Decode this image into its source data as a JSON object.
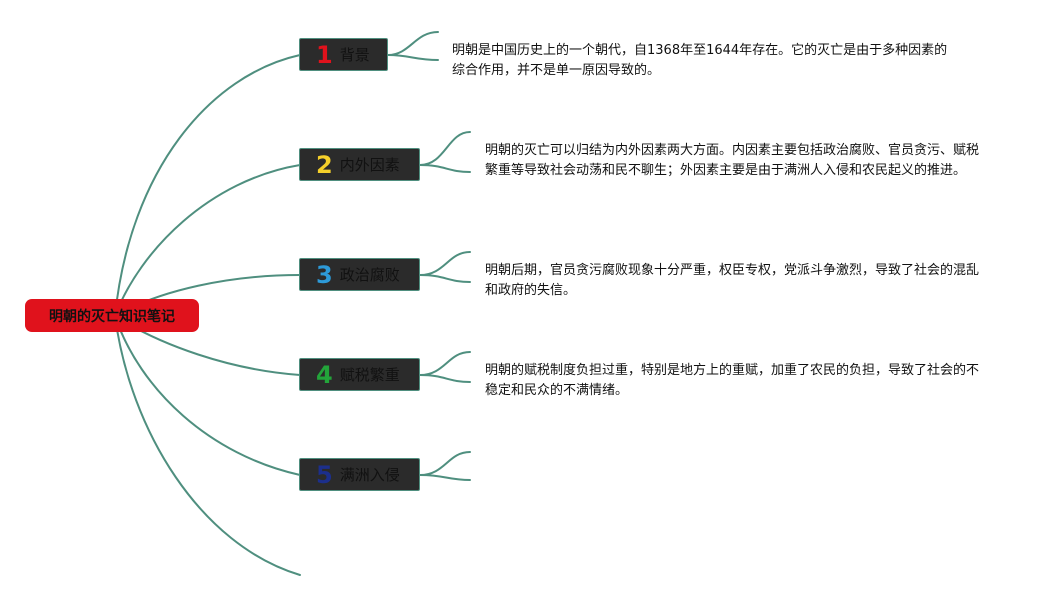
{
  "root": {
    "label": "明朝的灭亡知识笔记"
  },
  "topics": [
    {
      "number": "1",
      "label": "背景",
      "number_color": "#e0121c",
      "detail": "明朝是中国历史上的一个朝代，自1368年至1644年存在。它的灭亡是由于多种因素的综合作用，并不是单一原因导致的。"
    },
    {
      "number": "2",
      "label": "内外因素",
      "number_color": "#f5d02a",
      "detail": "明朝的灭亡可以归结为内外因素两大方面。内因素主要包括政治腐败、官员贪污、赋税繁重等导致社会动荡和民不聊生；外因素主要是由于满洲人入侵和农民起义的推进。"
    },
    {
      "number": "3",
      "label": "政治腐败",
      "number_color": "#2d9ad8",
      "detail": "明朝后期，官员贪污腐败现象十分严重，权臣专权，党派斗争激烈，导致了社会的混乱和政府的失信。"
    },
    {
      "number": "4",
      "label": "赋税繁重",
      "number_color": "#23a43a",
      "detail": "明朝的赋税制度负担过重，特别是地方上的重赋，加重了农民的负担，导致了社会的不稳定和民众的不满情绪。"
    },
    {
      "number": "5",
      "label": "满洲入侵",
      "number_color": "#1c2f8c",
      "detail": ""
    }
  ],
  "colors": {
    "connector": "#4f8f7f",
    "root_fill": "#e0121c",
    "topic_fill": "#2b2b2b"
  }
}
